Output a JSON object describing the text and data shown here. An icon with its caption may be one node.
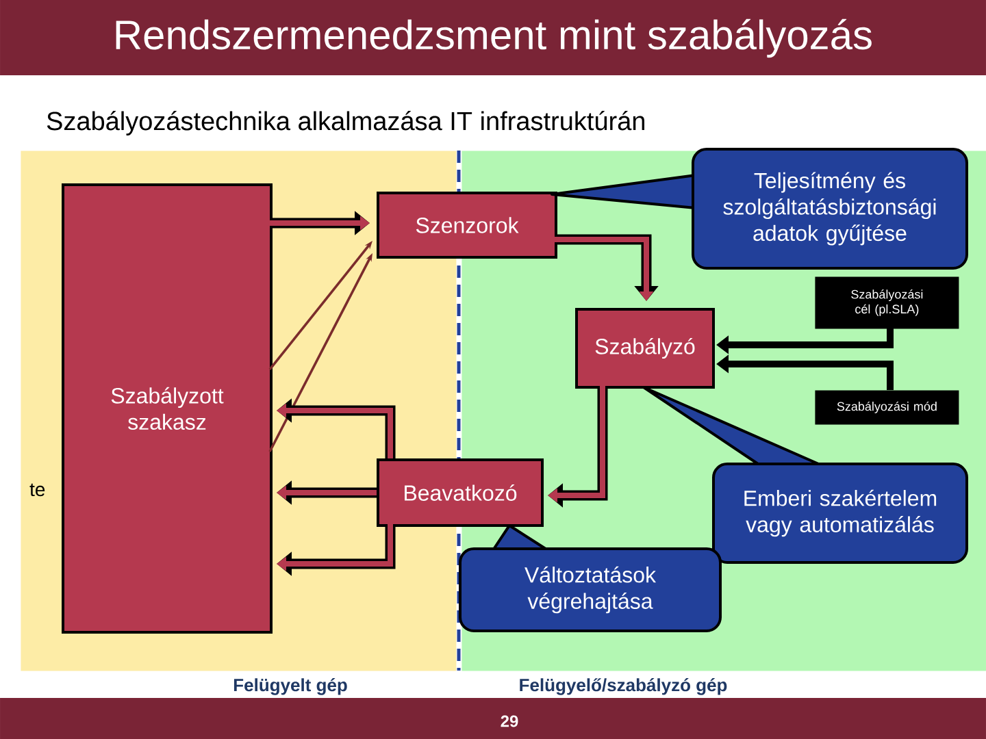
{
  "diagram": {
    "title": "Rendszermenedzsment mint szabályozás",
    "nodes": [
      {
        "text": [
          "Felügyelt gép"
        ]
      },
      {
        "text": [
          "Felügyelő/szabályzó gép"
        ]
      },
      {
        "text": [
          "Szabályzott szakasz"
        ],
        "in": 0,
        "beside": [
          "te"
        ]
      },
      {
        "text": [
          "Szenzorok"
        ]
      },
      {
        "text": [
          "Teljesítmény és szolgáltatásbiztonsági adatok gyűjtése"
        ],
        "in": 1
      },
      {
        "text": [
          "Szabályozási cél (pl.SLA)"
        ],
        "in": 1
      },
      {
        "text": [
          "Szabályzó"
        ],
        "in": 1
      },
      {
        "text": [
          "Szabályozási mód"
        ],
        "in": 1
      },
      {
        "text": [
          "Beavatkozó"
        ]
      },
      {
        "text": [
          "Emberi szakértelem vagy automatizálás"
        ],
        "in": 1
      },
      {
        "text": [
          "Változtatások végrehajtása"
        ],
        "in": 1
      }
    ],
    "edges": [
      {
        "from": 2,
        "to": 3,
        "arrow": "to"
      },
      {
        "from": 2,
        "to": 3,
        "arrow": "to",
        "color": "#7b2c2c"
      },
      {
        "from": 2,
        "to": 3,
        "arrow": "to",
        "color": "#7b2c2c"
      },
      {
        "from": 3,
        "to": 6,
        "arrow": "to"
      },
      {
        "from": 5,
        "to": 6,
        "arrow": "to",
        "color": "#000000"
      },
      {
        "from": 7,
        "to": 6,
        "arrow": "to",
        "color": "#000000"
      },
      {
        "from": 6,
        "to": 8,
        "arrow": "to"
      },
      {
        "from": 8,
        "to": 2,
        "arrow": "to"
      },
      {
        "from": 8,
        "to": 2,
        "arrow": "to"
      },
      {
        "from": 8,
        "to": 2,
        "arrow": "to"
      }
    ],
    "labels": [
      "Szabályozástechnika alkalmazása IT infrastruktúrán",
      "29"
    ]
  }
}
